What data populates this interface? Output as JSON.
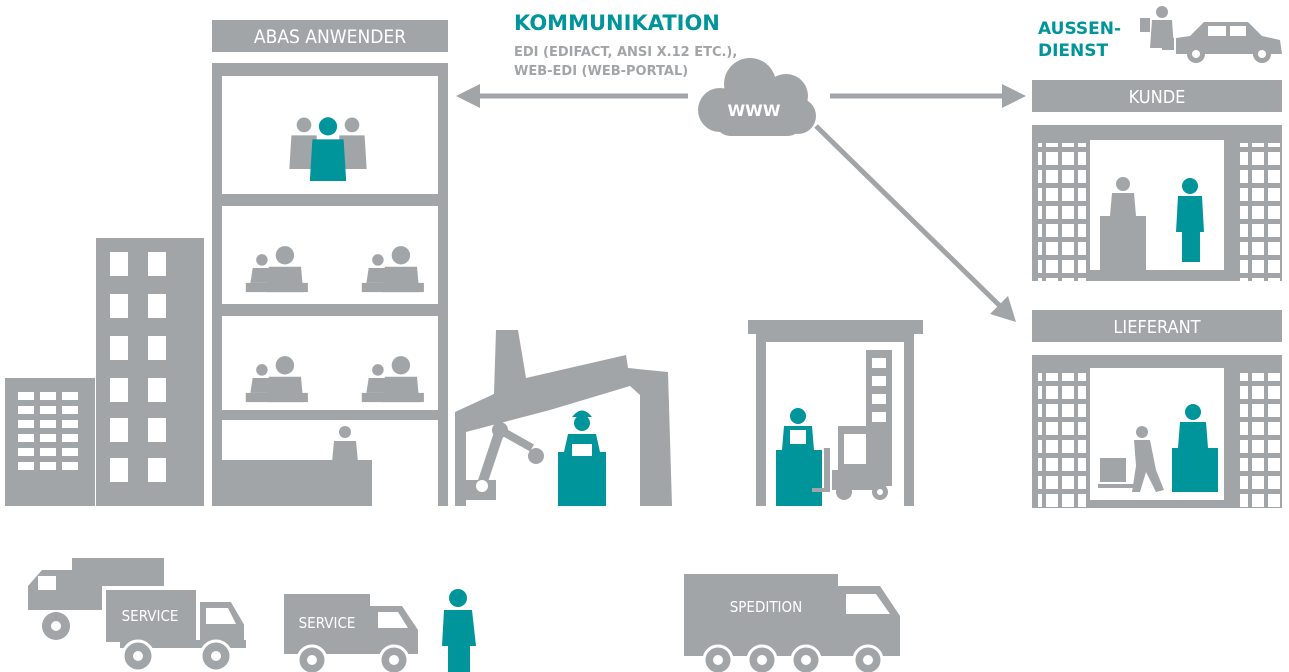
{
  "labels": {
    "abas_anwender": "ABAS ANWENDER",
    "kommunikation_title": "KOMMUNIKATION",
    "kommunikation_line1": "EDI (EDIFACT, ANSI X.12 ETC.),",
    "kommunikation_line2": "WEB-EDI (WEB-PORTAL)",
    "www": "WWW",
    "aussendienst_line1": "AUSSEN-",
    "aussendienst_line2": "DIENST",
    "kunde": "KUNDE",
    "lieferant": "LIEFERANT",
    "service_1": "SERVICE",
    "service_2": "SERVICE",
    "spedition": "SPEDITION"
  },
  "colors": {
    "gray": "#a2a5a7",
    "teal": "#00959a",
    "white": "#ffffff"
  }
}
